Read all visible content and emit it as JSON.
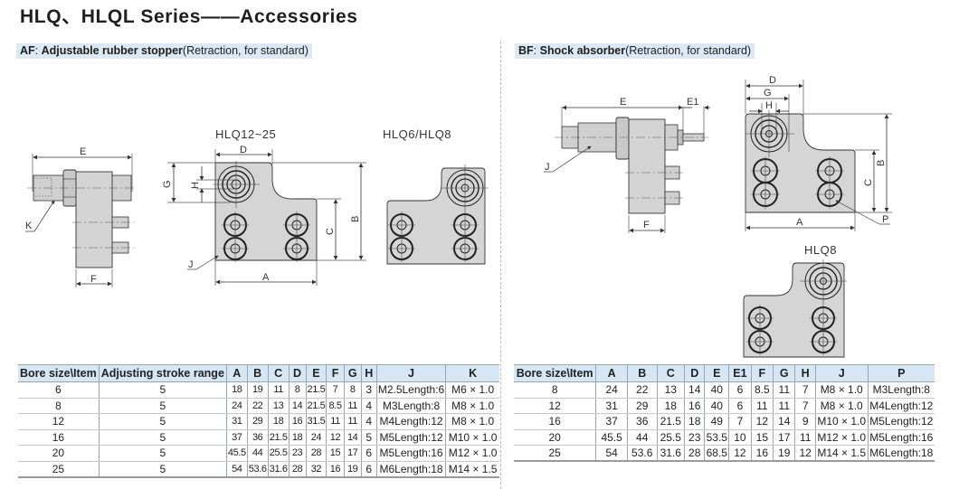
{
  "page": {
    "title": "HLQ、HLQL Series——Accessories"
  },
  "af": {
    "code": "AF",
    "separator": ": ",
    "description": "Adjustable rubber stopper",
    "paren": "(Retraction, for standard)",
    "captions": {
      "large": "HLQ12~25",
      "small": "HLQ6/HLQ8"
    },
    "dimension_labels": {
      "side_E": "E",
      "side_F": "F",
      "side_K": "K",
      "front_D": "D",
      "front_G": "G",
      "front_H": "H",
      "front_B": "B",
      "front_C": "C",
      "front_A": "A",
      "front_J": "J"
    },
    "table": {
      "headers": [
        "Bore size\\Item",
        "Adjusting stroke range",
        "A",
        "B",
        "C",
        "D",
        "E",
        "F",
        "G",
        "H",
        "J",
        "K"
      ],
      "rows": [
        [
          "6",
          "5",
          "18",
          "19",
          "11",
          "8",
          "21.5",
          "7",
          "8",
          "3",
          "M2.5Length:6",
          "M6 × 1.0"
        ],
        [
          "8",
          "5",
          "24",
          "22",
          "13",
          "14",
          "21.5",
          "8.5",
          "11",
          "4",
          "M3Length:8",
          "M8 × 1.0"
        ],
        [
          "12",
          "5",
          "31",
          "29",
          "18",
          "16",
          "31.5",
          "11",
          "11",
          "4",
          "M4Length:12",
          "M8 × 1.0"
        ],
        [
          "16",
          "5",
          "37",
          "36",
          "21.5",
          "18",
          "24",
          "12",
          "14",
          "5",
          "M5Length:12",
          "M10 × 1.0"
        ],
        [
          "20",
          "5",
          "45.5",
          "44",
          "25.5",
          "23",
          "28",
          "15",
          "17",
          "6",
          "M5Length:16",
          "M12 × 1.0"
        ],
        [
          "25",
          "5",
          "54",
          "53.6",
          "31.6",
          "28",
          "32",
          "16",
          "19",
          "6",
          "M6Length:18",
          "M14 × 1.5"
        ]
      ]
    }
  },
  "bf": {
    "code": "BF",
    "separator": ": ",
    "description": "Shock absorber",
    "paren": "(Retraction, for standard)",
    "captions": {
      "small": "HLQ8"
    },
    "dimension_labels": {
      "side_E": "E",
      "side_E1": "E1",
      "side_F": "F",
      "side_J": "J",
      "front_D": "D",
      "front_G": "G",
      "front_H": "H",
      "front_B": "B",
      "front_C": "C",
      "front_A": "A",
      "front_P": "P"
    },
    "table": {
      "headers": [
        "Bore size\\Item",
        "A",
        "B",
        "C",
        "D",
        "E",
        "E1",
        "F",
        "G",
        "H",
        "J",
        "P"
      ],
      "rows": [
        [
          "8",
          "24",
          "22",
          "13",
          "14",
          "40",
          "6",
          "8.5",
          "11",
          "7",
          "M8 × 1.0",
          "M3Length:8"
        ],
        [
          "12",
          "31",
          "29",
          "18",
          "16",
          "40",
          "6",
          "11",
          "11",
          "7",
          "M8 × 1.0",
          "M4Length:12"
        ],
        [
          "16",
          "37",
          "36",
          "21.5",
          "18",
          "49",
          "7",
          "12",
          "14",
          "9",
          "M10 × 1.0",
          "M5Length:12"
        ],
        [
          "20",
          "45.5",
          "44",
          "25.5",
          "23",
          "53.5",
          "10",
          "15",
          "17",
          "11",
          "M12 × 1.0",
          "M5Length:16"
        ],
        [
          "25",
          "54",
          "53.6",
          "31.6",
          "28",
          "68.5",
          "12",
          "16",
          "19",
          "12",
          "M14 × 1.5",
          "M6Length:18"
        ]
      ]
    }
  },
  "colors": {
    "section_title_bg": "#dce8f4",
    "table_header_bg": "#d7e6f5",
    "part_fill": "#d9d9d9",
    "outline": "#333333"
  }
}
